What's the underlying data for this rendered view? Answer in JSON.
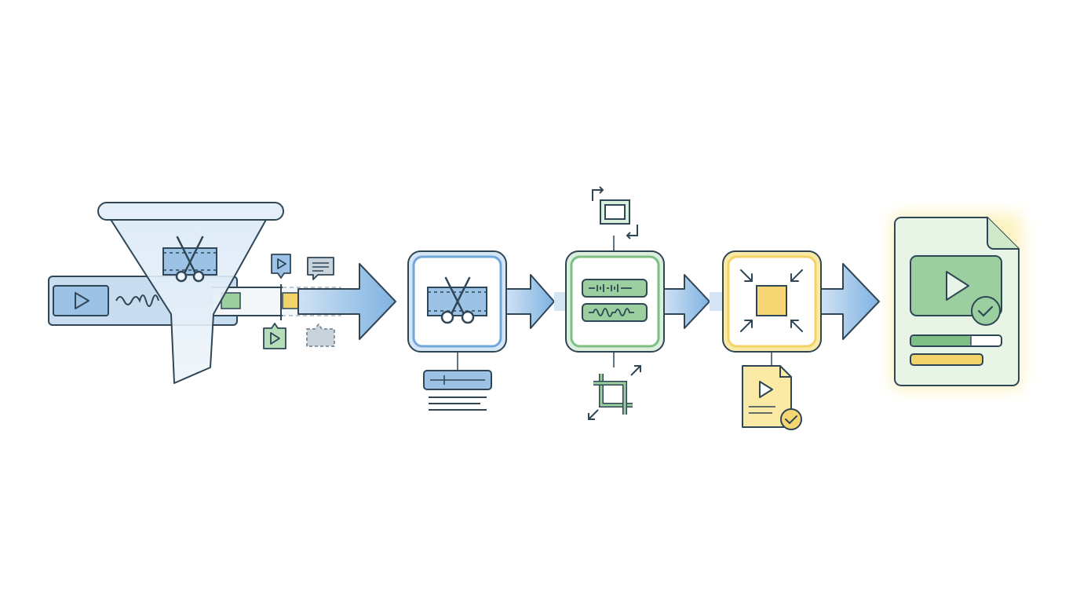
{
  "diagram": {
    "kind": "video-editing-pipeline",
    "stages": [
      {
        "id": "ingest-funnel",
        "icons": [
          "funnel-icon",
          "film-strip-icon",
          "scissors-icon",
          "video-clip-icon",
          "waveform-icon",
          "play-badge-icon",
          "comment-icon"
        ]
      },
      {
        "id": "cut",
        "icons": [
          "film-strip-icon",
          "scissors-icon",
          "timeline-bar-icon",
          "text-lines-icon"
        ]
      },
      {
        "id": "audio-transform",
        "icons": [
          "rotate-frame-icon",
          "audio-waveform-icon",
          "crop-icon"
        ]
      },
      {
        "id": "compress",
        "icons": [
          "compress-arrows-icon",
          "video-file-check-icon"
        ]
      },
      {
        "id": "output",
        "icons": [
          "video-document-icon",
          "check-badge-icon",
          "progress-bar-icon"
        ]
      }
    ],
    "colors": {
      "stroke": "#2e4656",
      "blue": "#6fa8dc",
      "blue_fill": "#d6e6f6",
      "green": "#7dbf84",
      "green_fill": "#dcefdc",
      "yellow": "#f1d36a",
      "yellow_fill": "#fbeaa6",
      "gray": "#aab4bd"
    }
  }
}
